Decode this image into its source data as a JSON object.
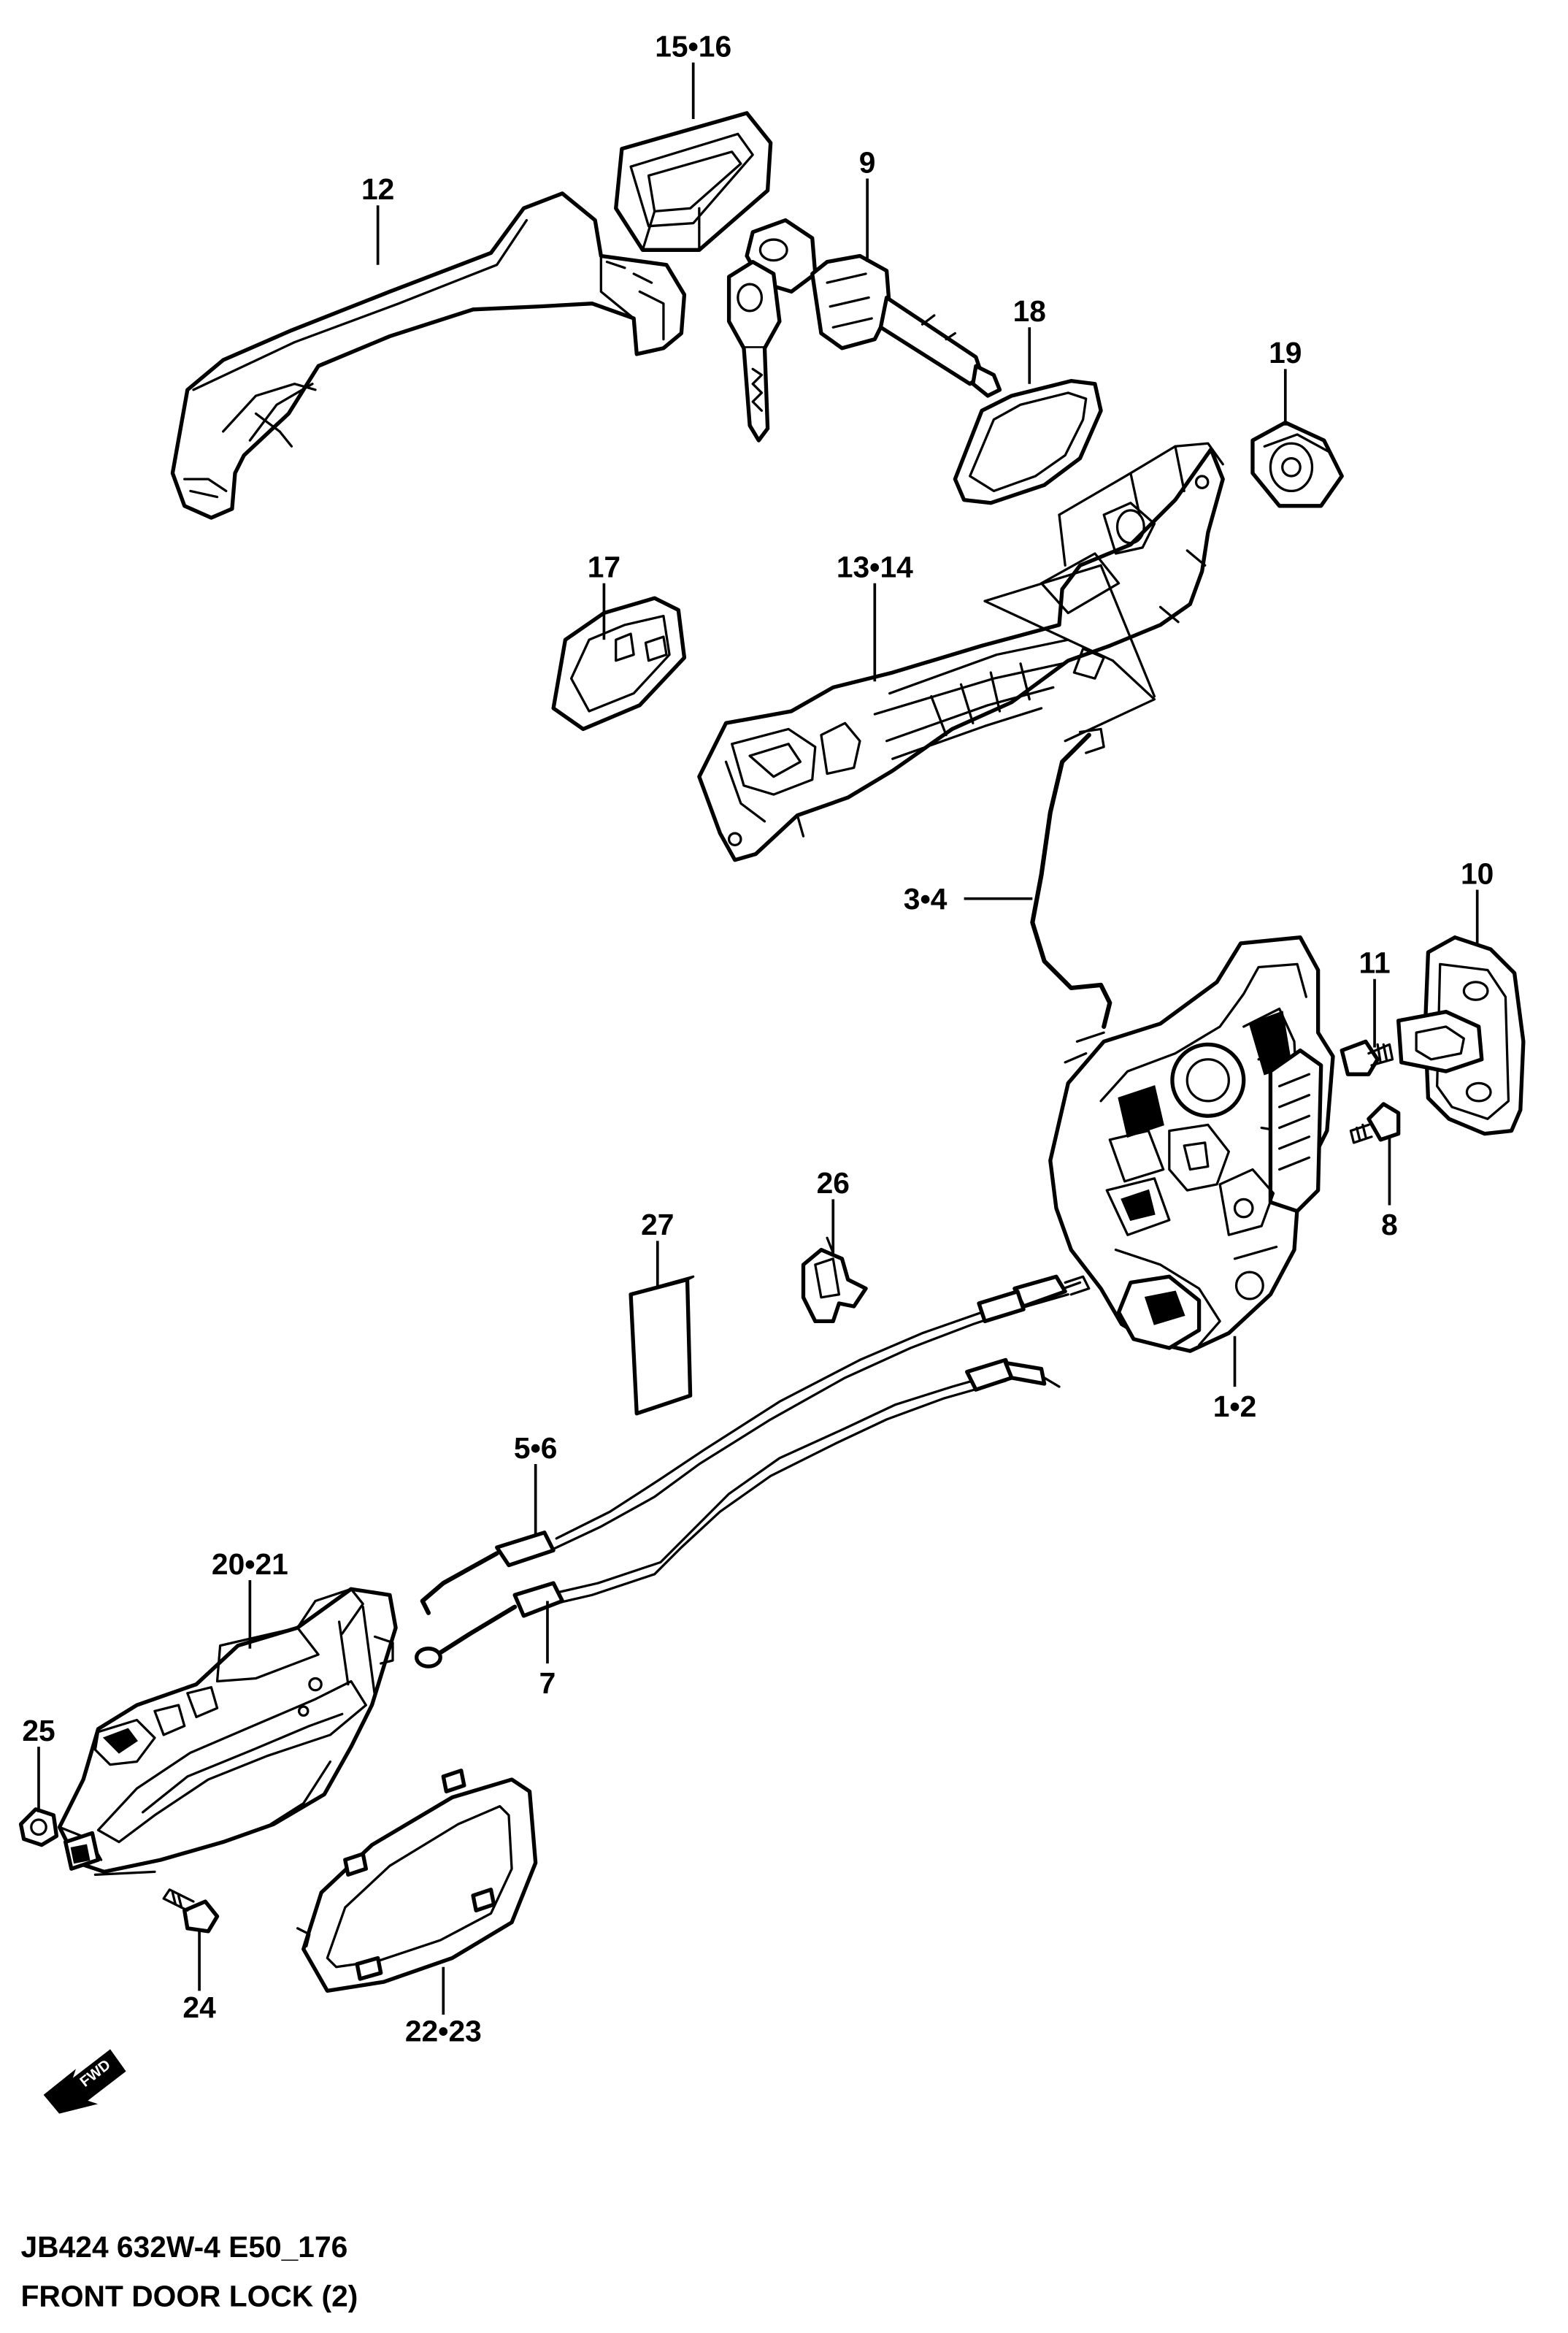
{
  "diagram": {
    "caption": {
      "line1": "JB424 632W-4 E50_176",
      "line2": "FRONT DOOR LOCK (2)"
    },
    "fwd_arrow_text": "FWD",
    "callouts": {
      "c15_16": "15•16",
      "c12": "12",
      "c9": "9",
      "c18": "18",
      "c19": "19",
      "c17": "17",
      "c13_14": "13•14",
      "c3_4": "3•4",
      "c10": "10",
      "c11": "11",
      "c8": "8",
      "c26": "26",
      "c27": "27",
      "c1_2": "1•2",
      "c5_6": "5•6",
      "c20_21": "20•21",
      "c7": "7",
      "c25": "25",
      "c24": "24",
      "c22_23": "22•23"
    }
  }
}
